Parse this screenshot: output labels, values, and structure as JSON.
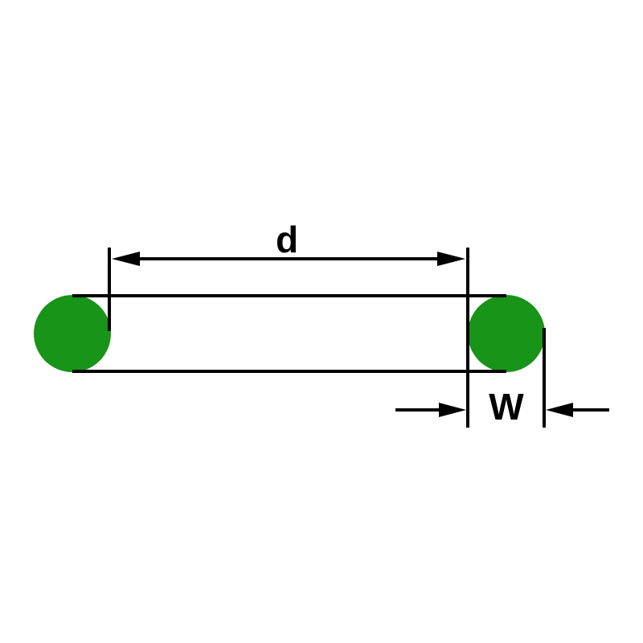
{
  "diagram": {
    "kind": "o-ring cross-section dimension drawing",
    "labels": {
      "inner_diameter": "d",
      "cross_section_width": "W"
    },
    "colors": {
      "ring": "#189418",
      "line": "#000000",
      "background": "#ffffff"
    }
  }
}
